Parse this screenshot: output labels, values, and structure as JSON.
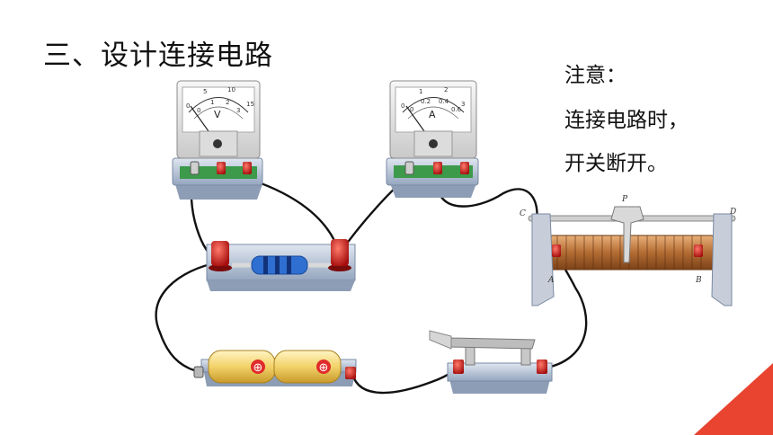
{
  "title": "三、设计连接电路",
  "note": {
    "heading": "注意：",
    "line1": "连接电路时，",
    "line2": "开关断开。"
  },
  "voltmeter": {
    "symbol": "V",
    "scale_outer": [
      "0",
      "5",
      "10",
      "15"
    ],
    "scale_inner": [
      "0",
      "1",
      "2",
      "3"
    ]
  },
  "ammeter": {
    "symbol": "A",
    "scale_outer": [
      "0",
      "1",
      "2",
      "3"
    ],
    "scale_inner": [
      "0",
      "0.2",
      "0.4",
      "0.6"
    ]
  },
  "rheostat": {
    "labels": {
      "c": "C",
      "d": "D",
      "p": "P",
      "a": "A",
      "b": "B"
    }
  },
  "battery": {
    "plus": "⊕"
  },
  "colors": {
    "accent": "#e8442f",
    "terminal_red": "#d11a1a",
    "base_blue": "#aebfd6",
    "coil": "#b0703a",
    "battery": "#f0d070"
  }
}
